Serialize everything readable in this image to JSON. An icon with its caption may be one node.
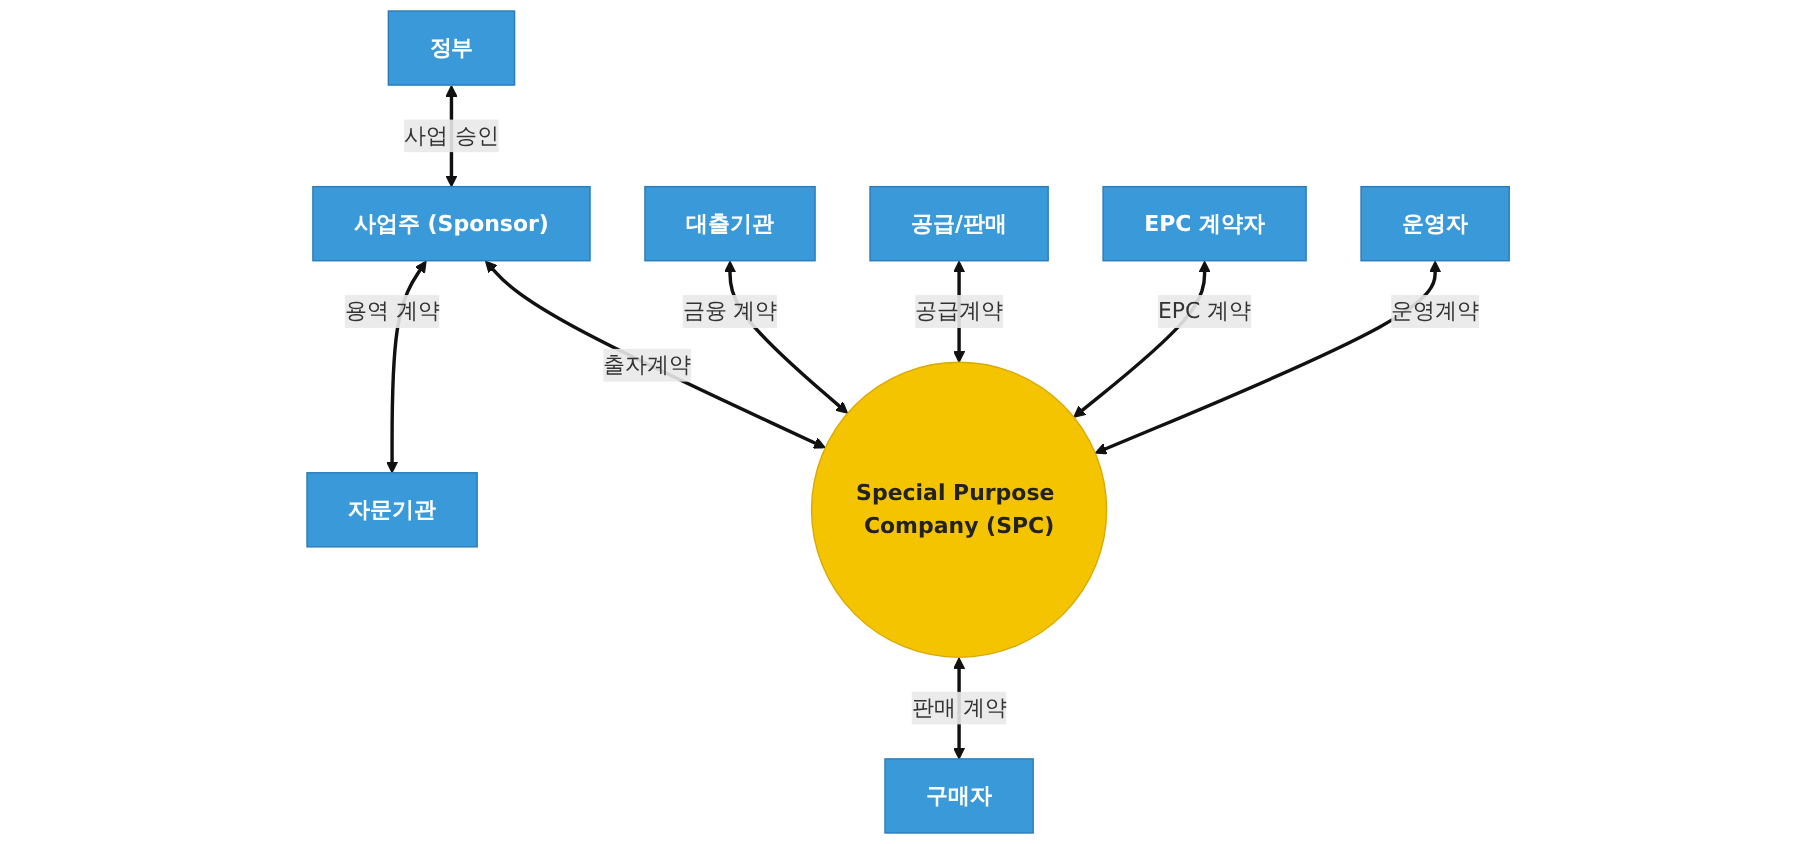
{
  "diagram": {
    "nodes": [
      {
        "text": [
          "정부"
        ]
      },
      {
        "text": [
          "사업주 (Sponsor)"
        ]
      },
      {
        "text": [
          "자문기관"
        ]
      },
      {
        "text": [
          "대출기관"
        ]
      },
      {
        "text": [
          "Special Purpose Company (SPC)"
        ]
      },
      {
        "text": [
          "구매자"
        ]
      },
      {
        "text": [
          "공급/판매"
        ]
      },
      {
        "text": [
          "EPC 계약자"
        ]
      },
      {
        "text": [
          "운영자"
        ]
      }
    ],
    "edges": [
      {
        "from": 0,
        "to": 1,
        "arrow": "both",
        "label": "사업 승인"
      },
      {
        "from": 1,
        "to": 2,
        "arrow": "both",
        "label": "용역 계약"
      },
      {
        "from": 1,
        "to": 4,
        "arrow": "both",
        "label": "출자계약"
      },
      {
        "from": 3,
        "to": 4,
        "arrow": "both",
        "label": "금융 계약"
      },
      {
        "from": 4,
        "to": 5,
        "arrow": "both",
        "label": "판매 계약"
      },
      {
        "from": 6,
        "to": 4,
        "arrow": "both",
        "label": "공급계약"
      },
      {
        "from": 7,
        "to": 4,
        "arrow": "both",
        "label": "EPC 계약"
      },
      {
        "from": 8,
        "to": 4,
        "arrow": "both",
        "label": "운영계약"
      }
    ]
  }
}
